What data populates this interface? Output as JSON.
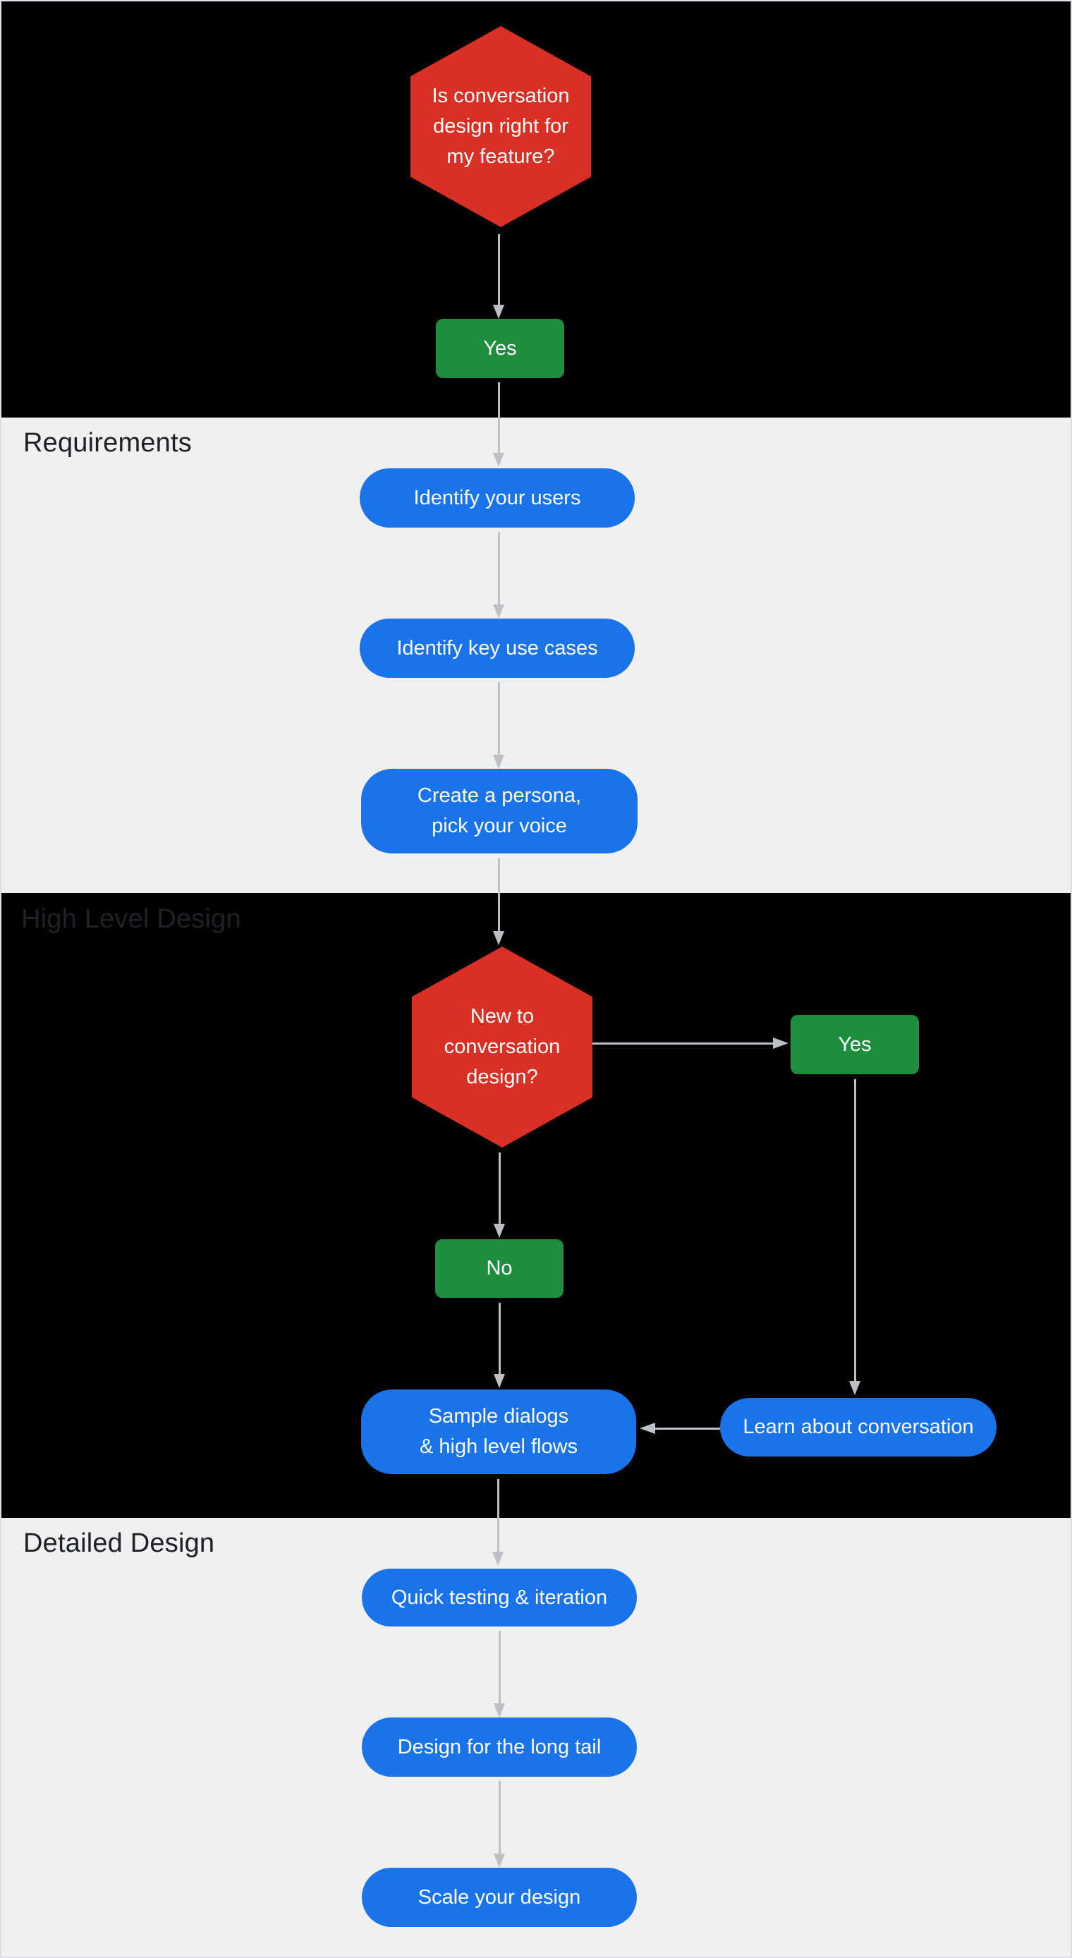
{
  "colors": {
    "section_dark_bg": "#000000",
    "section_light_bg": "#f0f0f1",
    "canvas_border": "#dfe1e5",
    "decision_red": "#d93025",
    "answer_green": "#1e8e3e",
    "step_blue": "#1a73e8",
    "arrow_gray": "#bdc1c6",
    "section_label_color": "#202124",
    "node_text": "#ffffff"
  },
  "sections": {
    "requirements": {
      "label": "Requirements"
    },
    "high_level_design": {
      "label": "High Level Design"
    },
    "detailed_design": {
      "label": "Detailed Design"
    }
  },
  "nodes": {
    "q_feature": {
      "text": "Is conversation\ndesign right for\nmy feature?"
    },
    "yes_feature": {
      "text": "Yes"
    },
    "identify_users": {
      "text": "Identify your users"
    },
    "identify_use_cases": {
      "text": "Identify key use cases"
    },
    "create_persona": {
      "text": "Create a persona,\npick your voice"
    },
    "q_new_to_design": {
      "text": "New to\nconversation\ndesign?"
    },
    "yes_new": {
      "text": "Yes"
    },
    "no_new": {
      "text": "No"
    },
    "sample_dialogs": {
      "text": "Sample dialogs\n& high level flows"
    },
    "learn_conversation": {
      "text": "Learn about conversation"
    },
    "quick_testing": {
      "text": "Quick testing & iteration"
    },
    "long_tail": {
      "text": "Design for the long tail"
    },
    "scale_design": {
      "text": "Scale your design"
    }
  }
}
